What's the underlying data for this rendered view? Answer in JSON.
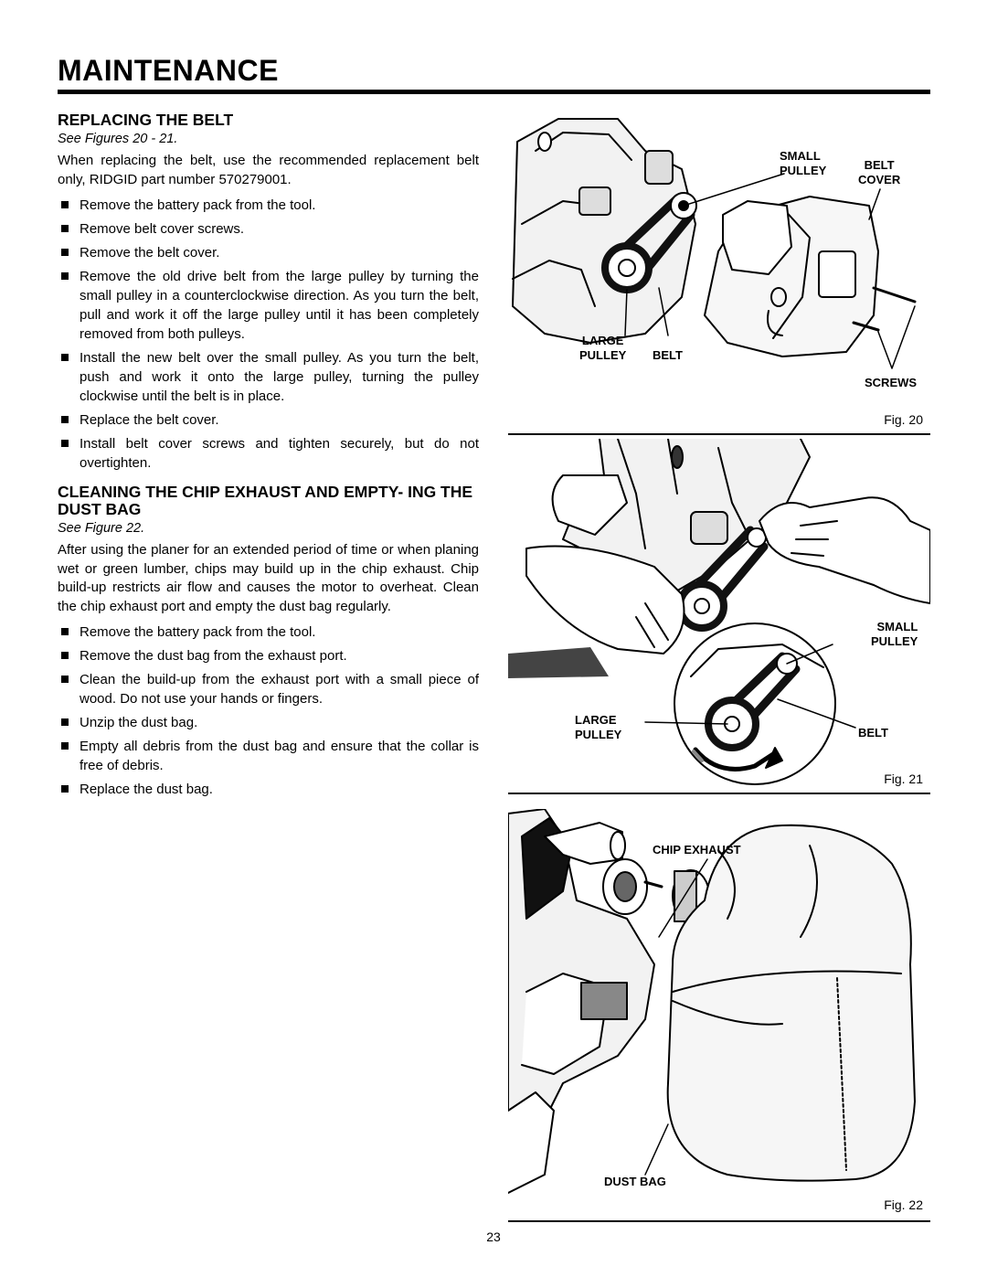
{
  "header": {
    "title": "MAINTENANCE"
  },
  "belt": {
    "heading": "REPLACING THE BELT",
    "see": "See Figures 20 - 21.",
    "intro": "When replacing the belt, use the recommended replacement belt only, RIDGID part number 570279001.",
    "steps": [
      "Remove the battery pack from the tool.",
      "Remove belt cover screws.",
      "Remove the belt cover.",
      "Remove the old drive belt from the large pulley by turning the small pulley in a counterclockwise direction. As you turn the belt, pull and work it off the large pulley until it has been completely removed from both pulleys.",
      "Install the new belt over the small pulley. As you turn the belt, push and work it onto the large pulley, turning the pulley clockwise until the belt is in place.",
      "Replace the belt cover.",
      "Install belt cover screws and tighten securely, but do not overtighten."
    ]
  },
  "chip": {
    "heading": "CLEANING THE CHIP EXHAUST AND EMPTY- ING THE DUST BAG",
    "see": "See Figure 22.",
    "intro": "After using the planer for an extended period of time or when planing wet or green lumber, chips may build up in the chip exhaust. Chip build-up restricts air flow and causes the motor to overheat. Clean the chip exhaust port and empty the dust bag regularly.",
    "steps": [
      "Remove the battery pack from the tool.",
      "Remove the dust bag from the exhaust port.",
      "Clean the build-up from the exhaust port with a small piece of wood. Do not use your hands or fingers.",
      "Unzip the dust bag.",
      "Empty all debris from the dust bag and ensure that the collar is free of debris.",
      "Replace the dust bag."
    ]
  },
  "fig20": {
    "label": "Fig. 20",
    "small_pulley": [
      "SMALL",
      "PULLEY"
    ],
    "belt_cover": [
      "BELT",
      "COVER"
    ],
    "large_pulley": [
      "LARGE",
      "PULLEY"
    ],
    "belt": "BELT",
    "screws": "SCREWS"
  },
  "fig21": {
    "label": "Fig. 21",
    "small_pulley": [
      "SMALL",
      "PULLEY"
    ],
    "large_pulley": [
      "LARGE",
      "PULLEY"
    ],
    "belt": "BELT"
  },
  "fig22": {
    "label": "Fig. 22",
    "chip_exhaust": "CHIP EXHAUST",
    "dust_bag": "DUST BAG"
  },
  "page_number": "23"
}
